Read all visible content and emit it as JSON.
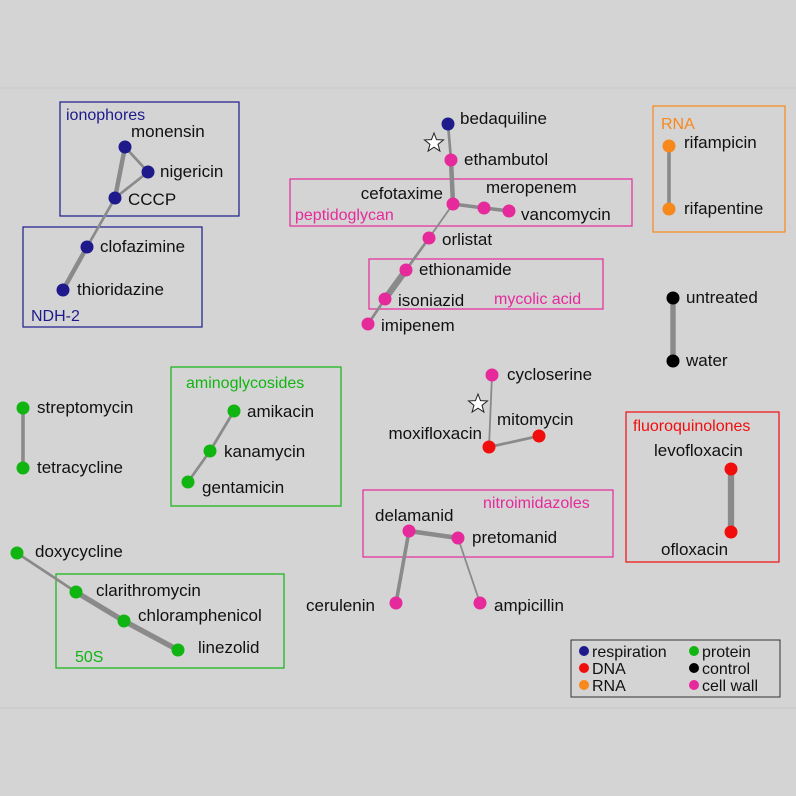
{
  "colors": {
    "respiration": "#1e1a8c",
    "protein": "#11b511",
    "DNA": "#f20d0d",
    "RNA": "#f7881c",
    "control": "#000000",
    "cell_wall": "#e6299b",
    "edge": "#8a8a8a",
    "background": "#d4d4d4"
  },
  "groups": {
    "ionophores": "ionophores",
    "ndh2": "NDH-2",
    "peptidoglycan": "peptidoglycan",
    "mycolic_acid": "mycolic acid",
    "rna": "RNA",
    "aminoglycosides": "aminoglycosides",
    "fluoroquinolones": "fluoroquinolones",
    "nitroimidazoles": "nitroimidazoles",
    "s50": "50S"
  },
  "nodes": {
    "monensin": {
      "label": "monensin",
      "category": "respiration"
    },
    "nigericin": {
      "label": "nigericin",
      "category": "respiration"
    },
    "cccp": {
      "label": "CCCP",
      "category": "respiration"
    },
    "clofazimine": {
      "label": "clofazimine",
      "category": "respiration"
    },
    "thioridazine": {
      "label": "thioridazine",
      "category": "respiration"
    },
    "bedaquiline": {
      "label": "bedaquiline",
      "category": "respiration"
    },
    "ethambutol": {
      "label": "ethambutol",
      "category": "cell_wall"
    },
    "cefotaxime": {
      "label": "cefotaxime",
      "category": "cell_wall"
    },
    "meropenem": {
      "label": "meropenem",
      "category": "cell_wall"
    },
    "vancomycin": {
      "label": "vancomycin",
      "category": "cell_wall"
    },
    "orlistat": {
      "label": "orlistat",
      "category": "cell_wall"
    },
    "ethionamide": {
      "label": "ethionamide",
      "category": "cell_wall"
    },
    "isoniazid": {
      "label": "isoniazid",
      "category": "cell_wall"
    },
    "imipenem": {
      "label": "imipenem",
      "category": "cell_wall"
    },
    "rifampicin": {
      "label": "rifampicin",
      "category": "RNA"
    },
    "rifapentine": {
      "label": "rifapentine",
      "category": "RNA"
    },
    "untreated": {
      "label": "untreated",
      "category": "control"
    },
    "water": {
      "label": "water",
      "category": "control"
    },
    "streptomycin": {
      "label": "streptomycin",
      "category": "protein"
    },
    "tetracycline": {
      "label": "tetracycline",
      "category": "protein"
    },
    "amikacin": {
      "label": "amikacin",
      "category": "protein"
    },
    "kanamycin": {
      "label": "kanamycin",
      "category": "protein"
    },
    "gentamicin": {
      "label": "gentamicin",
      "category": "protein"
    },
    "cycloserine": {
      "label": "cycloserine",
      "category": "cell_wall"
    },
    "moxifloxacin": {
      "label": "moxifloxacin",
      "category": "DNA"
    },
    "mitomycin": {
      "label": "mitomycin",
      "category": "DNA"
    },
    "levofloxacin": {
      "label": "levofloxacin",
      "category": "DNA"
    },
    "ofloxacin": {
      "label": "ofloxacin",
      "category": "DNA"
    },
    "delamanid": {
      "label": "delamanid",
      "category": "cell_wall"
    },
    "pretomanid": {
      "label": "pretomanid",
      "category": "cell_wall"
    },
    "cerulenin": {
      "label": "cerulenin",
      "category": "cell_wall"
    },
    "ampicillin": {
      "label": "ampicillin",
      "category": "cell_wall"
    },
    "doxycycline": {
      "label": "doxycycline",
      "category": "protein"
    },
    "clarithromycin": {
      "label": "clarithromycin",
      "category": "protein"
    },
    "chloramphenicol": {
      "label": "chloramphenicol",
      "category": "protein"
    },
    "linezolid": {
      "label": "linezolid",
      "category": "protein"
    }
  },
  "edges": [
    {
      "from": "monensin",
      "to": "nigericin",
      "weight": 2
    },
    {
      "from": "monensin",
      "to": "cccp",
      "weight": 4
    },
    {
      "from": "nigericin",
      "to": "cccp",
      "weight": 2
    },
    {
      "from": "cccp",
      "to": "clofazimine",
      "weight": 2
    },
    {
      "from": "clofazimine",
      "to": "thioridazine",
      "weight": 4
    },
    {
      "from": "bedaquiline",
      "to": "ethambutol",
      "weight": 2
    },
    {
      "from": "ethambutol",
      "to": "cefotaxime",
      "weight": 4
    },
    {
      "from": "cefotaxime",
      "to": "meropenem",
      "weight": 3
    },
    {
      "from": "meropenem",
      "to": "vancomycin",
      "weight": 3
    },
    {
      "from": "cefotaxime",
      "to": "orlistat",
      "weight": 1
    },
    {
      "from": "orlistat",
      "to": "ethionamide",
      "weight": 2
    },
    {
      "from": "ethionamide",
      "to": "isoniazid",
      "weight": 6
    },
    {
      "from": "isoniazid",
      "to": "imipenem",
      "weight": 2
    },
    {
      "from": "rifampicin",
      "to": "rifapentine",
      "weight": 3
    },
    {
      "from": "untreated",
      "to": "water",
      "weight": 5
    },
    {
      "from": "streptomycin",
      "to": "tetracycline",
      "weight": 3
    },
    {
      "from": "amikacin",
      "to": "kanamycin",
      "weight": 2
    },
    {
      "from": "kanamycin",
      "to": "gentamicin",
      "weight": 2
    },
    {
      "from": "cycloserine",
      "to": "moxifloxacin",
      "weight": 1
    },
    {
      "from": "moxifloxacin",
      "to": "mitomycin",
      "weight": 2
    },
    {
      "from": "levofloxacin",
      "to": "ofloxacin",
      "weight": 6
    },
    {
      "from": "delamanid",
      "to": "pretomanid",
      "weight": 4
    },
    {
      "from": "delamanid",
      "to": "cerulenin",
      "weight": 3
    },
    {
      "from": "pretomanid",
      "to": "ampicillin",
      "weight": 1
    },
    {
      "from": "doxycycline",
      "to": "clarithromycin",
      "weight": 2
    },
    {
      "from": "clarithromycin",
      "to": "chloramphenicol",
      "weight": 5
    },
    {
      "from": "chloramphenicol",
      "to": "linezolid",
      "weight": 5
    }
  ],
  "stars": [
    "star-ethambutol",
    "star-moxifloxacin"
  ],
  "legend": {
    "respiration": "respiration",
    "protein": "protein",
    "DNA": "DNA",
    "control": "control",
    "RNA": "RNA",
    "cell_wall": "cell wall"
  }
}
